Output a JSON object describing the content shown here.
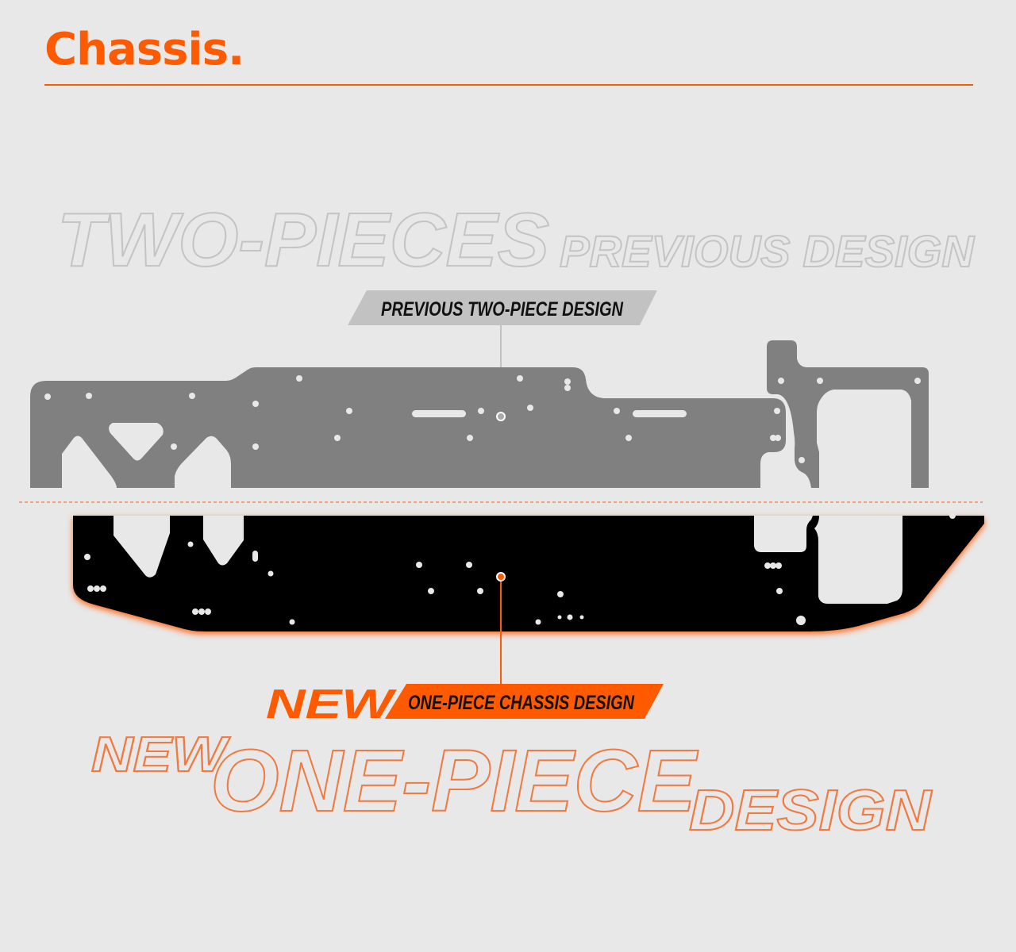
{
  "header": {
    "title": "Chassis."
  },
  "previous": {
    "big_label": "TWO-PIECES",
    "sub_label": "PREVIOUS DESIGN",
    "callout": "PREVIOUS TWO-PIECE DESIGN"
  },
  "new": {
    "badge": "NEW",
    "callout": "ONE-PIECE CHASSIS DESIGN",
    "big_prefix": "NEW",
    "big_label": "ONE-PIECE",
    "sub_label": "DESIGN"
  },
  "colors": {
    "accent": "#ff5a00",
    "old_chassis": "#808080",
    "new_chassis": "#000000",
    "background": "#e8e8e8"
  }
}
